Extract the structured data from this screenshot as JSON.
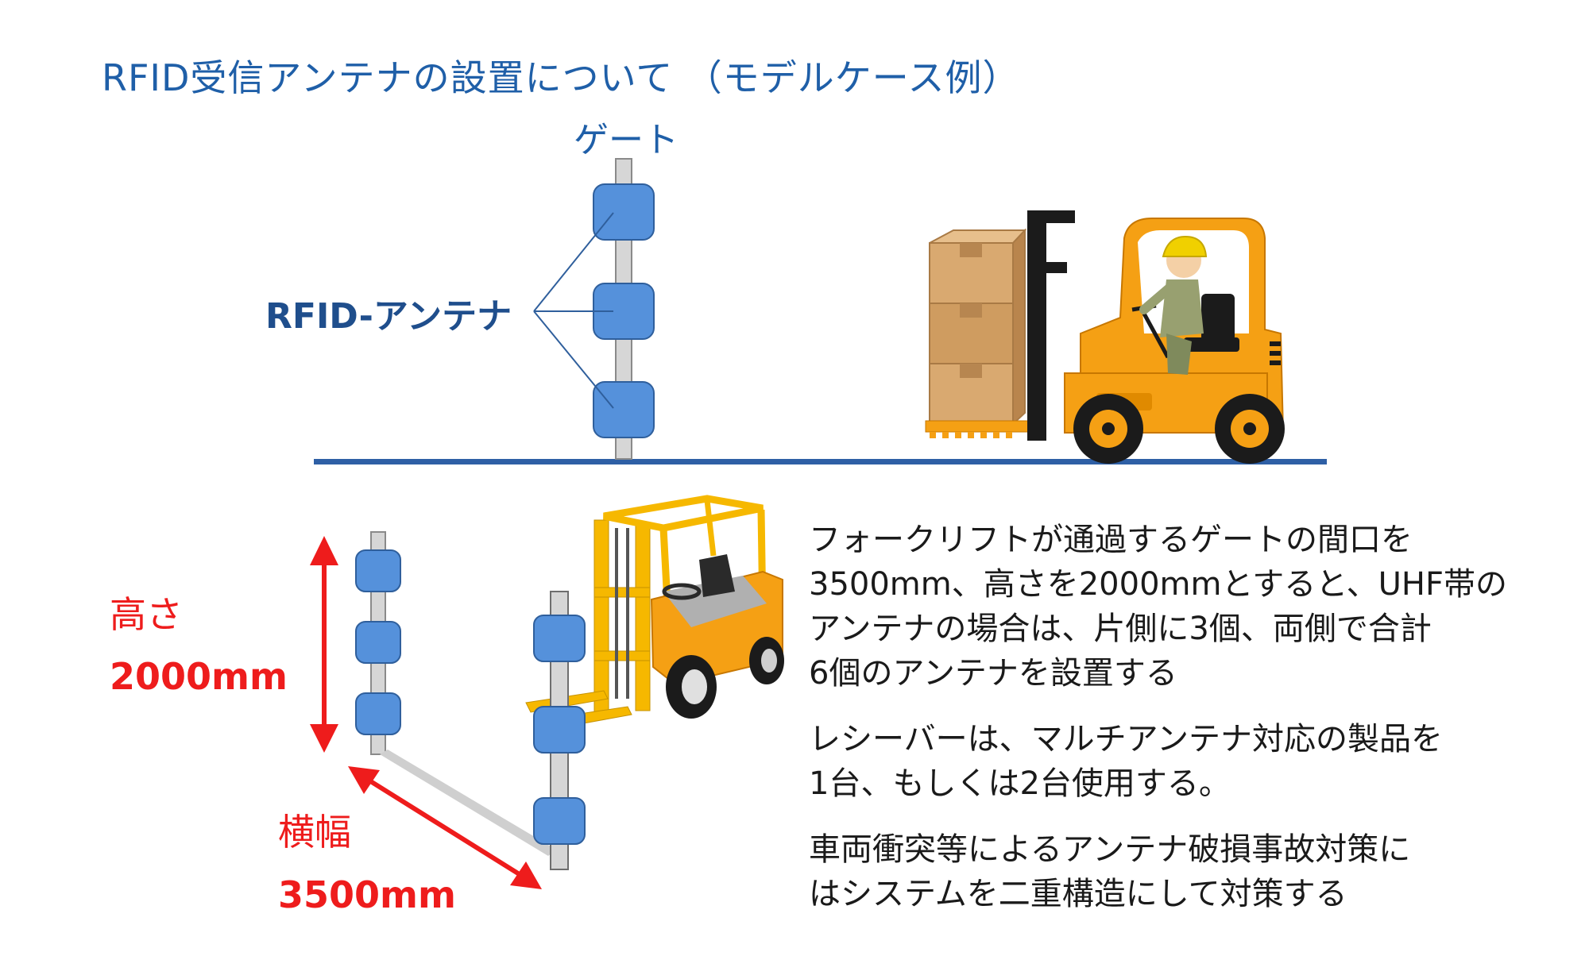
{
  "title": "RFID受信アンテナの設置について （モデルケース例）",
  "gate_label": "ゲート",
  "antenna_label": "RFID-アンテナ",
  "height_label": "高さ",
  "height_value": "2000mm",
  "width_label": "横幅",
  "width_value": "3500mm",
  "descriptions": [
    {
      "lines": [
        "フォークリフトが通過するゲートの間口を",
        "3500mm、高さを2000mmとすると、UHF帯の",
        "アンテナの場合は、片側に3個、両側で合計",
        "6個のアンテナを設置する"
      ]
    },
    {
      "lines": [
        "レシーバーは、マルチアンテナ対応の製品を",
        "1台、もしくは2台使用する。"
      ]
    },
    {
      "lines": [
        "車両衝突等によるアンテナ破損事故対策に",
        "はシステムを二重構造にして対策する"
      ]
    }
  ],
  "colors": {
    "title": "#1f5fa8",
    "antenna_fill": "#5591db",
    "floor_line": "#2e5fa5",
    "dimension_red": "#ee1c1c",
    "forklift_orange": "#f5a014",
    "forklift_yellow": "#f6b800",
    "box_tan": "#d9a970"
  }
}
